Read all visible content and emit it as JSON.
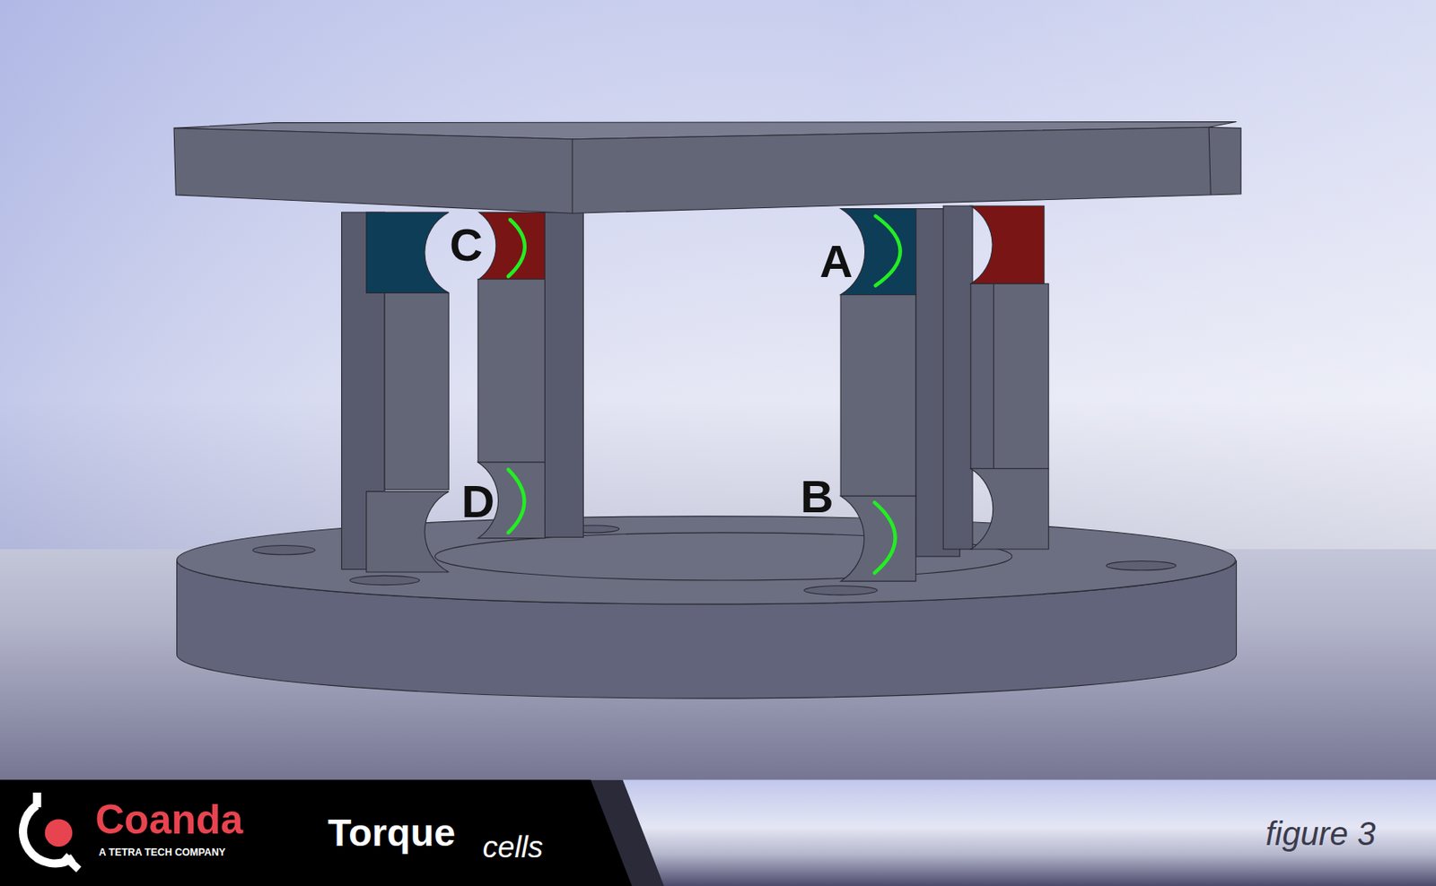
{
  "diagram": {
    "labels": [
      "C",
      "A",
      "D",
      "B",
      "Coanda",
      "A TETRA TECH COMPANY",
      "Torque",
      "cells",
      "figure 3"
    ]
  }
}
